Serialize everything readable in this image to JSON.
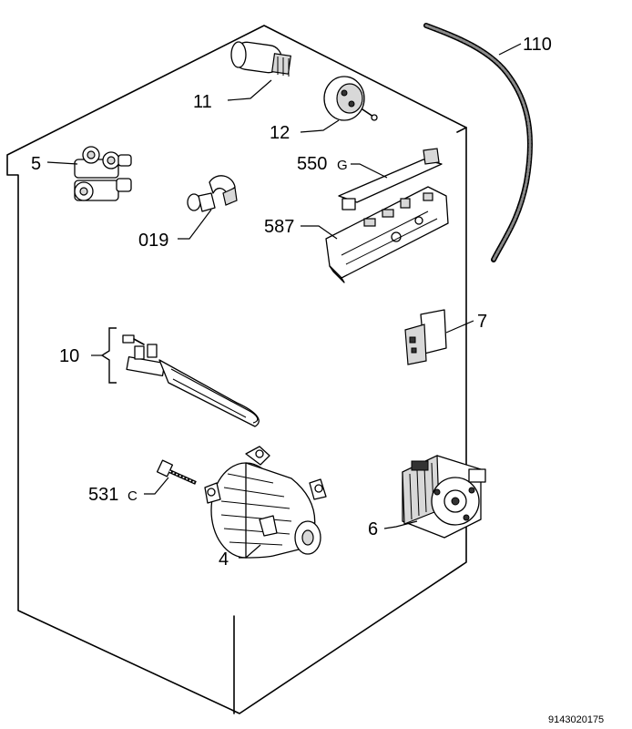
{
  "diagram": {
    "callouts": [
      {
        "id": "110",
        "label": "110"
      },
      {
        "id": "11",
        "label": "11"
      },
      {
        "id": "12",
        "label": "12"
      },
      {
        "id": "5",
        "label": "5"
      },
      {
        "id": "550",
        "label": "550",
        "suffix": "G"
      },
      {
        "id": "587",
        "label": "587"
      },
      {
        "id": "019",
        "label": "019"
      },
      {
        "id": "7",
        "label": "7"
      },
      {
        "id": "10",
        "label": "10"
      },
      {
        "id": "531",
        "label": "531",
        "suffix": "C"
      },
      {
        "id": "6",
        "label": "6"
      },
      {
        "id": "4",
        "label": "4"
      }
    ],
    "drawing_number": "9143020175"
  }
}
